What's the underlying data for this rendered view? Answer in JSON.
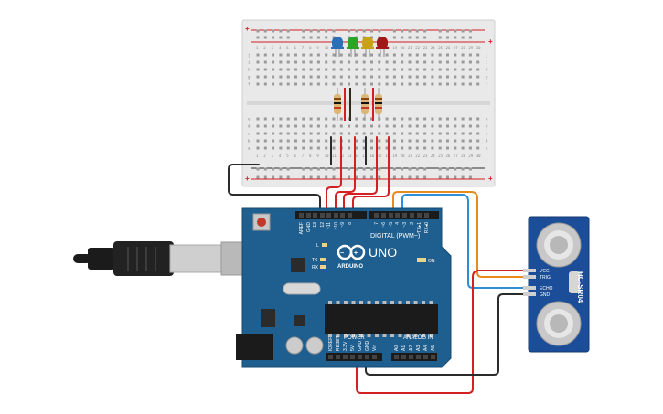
{
  "breadboard": {
    "rail_plus": "+",
    "rail_minus": "-",
    "row_letters_top": [
      "j",
      "i",
      "h",
      "g",
      "f"
    ],
    "row_letters_bottom": [
      "e",
      "d",
      "c",
      "b",
      "a"
    ],
    "column_numbers": [
      "1",
      "2",
      "3",
      "4",
      "5",
      "6",
      "7",
      "8",
      "9",
      "10",
      "11",
      "12",
      "13",
      "14",
      "15",
      "16",
      "17",
      "18",
      "19",
      "20",
      "21",
      "22",
      "23",
      "24",
      "25",
      "26",
      "27",
      "28",
      "29",
      "30"
    ]
  },
  "leds": [
    {
      "color": "#2d6fb6",
      "name": "blue"
    },
    {
      "color": "#2aa52a",
      "name": "green"
    },
    {
      "color": "#c9a214",
      "name": "yellow"
    },
    {
      "color": "#a01818",
      "name": "red"
    }
  ],
  "arduino": {
    "model": "UNO",
    "brand": "ARDUINO",
    "digital_label": "DIGITAL (PWM~)",
    "analog_label": "ANALOG IN",
    "power_label": "POWER",
    "on_label": "ON",
    "tx_label": "TX",
    "rx_label": "RX",
    "l_label": "L",
    "digital_pins": [
      "AREF",
      "GND",
      "13",
      "12",
      "~11",
      "~10",
      "~9",
      "8",
      "7",
      "~6",
      "~5",
      "4",
      "~3",
      "2",
      "TX▸1",
      "RX◂0"
    ],
    "power_pins": [
      "IOREF",
      "RESET",
      "3.3V",
      "5V",
      "GND",
      "GND",
      "Vin"
    ],
    "analog_pins": [
      "A0",
      "A1",
      "A2",
      "A3",
      "A4",
      "A5"
    ],
    "board_color": "#1f5f8f"
  },
  "sensor": {
    "model": "HC-SR04",
    "pins": [
      "VCC",
      "TRIG",
      "ECHO",
      "GND"
    ],
    "board_color": "#1b4d99"
  },
  "wire_colors": {
    "red": "#d42020",
    "black": "#2b2b2b",
    "orange": "#e98a1c",
    "blue": "#2d8fd6"
  }
}
